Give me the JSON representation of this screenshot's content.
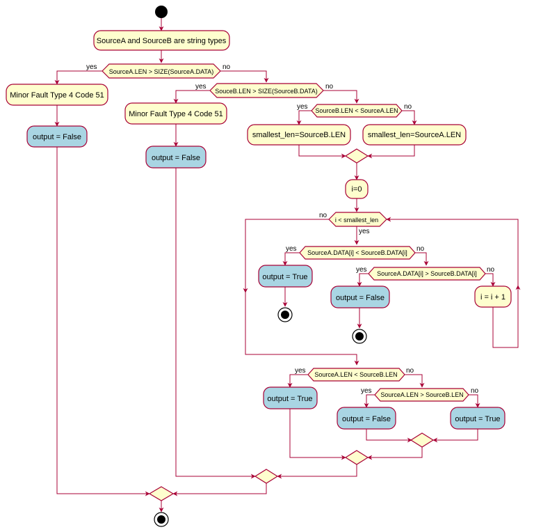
{
  "nodes": {
    "a1": "SourceA and SourceB are string types",
    "d1": "SourceA.LEN > SIZE(SourceA.DATA)",
    "a2": "Minor Fault Type 4 Code 51",
    "a3": "output = False",
    "d2": "SouceB.LEN > SIZE(SourceB.DATA)",
    "a4": "Minor Fault Type 4 Code 51",
    "a5": "output = False",
    "d3": "SourceB.LEN < SourceA.LEN",
    "a6": "smallest_len=SourceB.LEN",
    "a7": "smallest_len=SourceA.LEN",
    "a8": "i=0",
    "d4": "i < smallest_len",
    "d5": "SourceA.DATA[i] < SourceB.DATA[i]",
    "a9": "output = True",
    "d6": "SourceA.DATA[i] > SourceB.DATA[i]",
    "a10": "output = False",
    "a11": "i = i + 1",
    "d7": "SourceA.LEN < SourceB.LEN",
    "a12": "output = True",
    "d8": "SourceA.LEN > SourceB.LEN",
    "a13": "output = False",
    "a14": "output = True"
  },
  "edge_labels": {
    "yes": "yes",
    "no": "no"
  },
  "colors": {
    "activity_fill": "#FEFECE",
    "output_fill": "#A9D5E3",
    "border": "#A80036"
  }
}
